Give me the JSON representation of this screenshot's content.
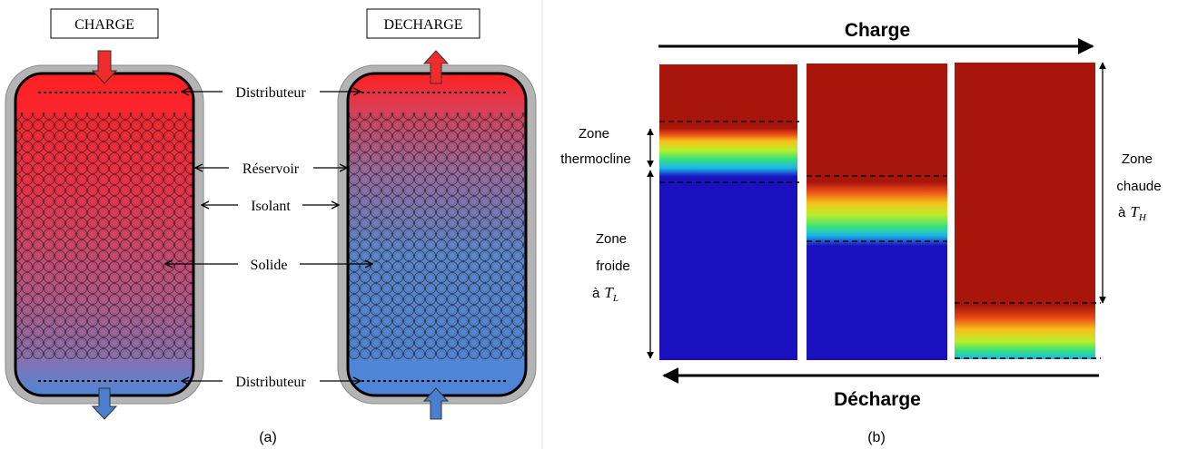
{
  "panel_a": {
    "box_left": "CHARGE",
    "box_right": "DECHARGE",
    "labels": {
      "distributeur_top": "Distributeur",
      "reservoir": "Réservoir",
      "isolant": "Isolant",
      "solide": "Solide",
      "distributeur_bottom": "Distributeur"
    },
    "caption": "(a)"
  },
  "panel_b": {
    "top_label": "Charge",
    "bottom_label": "Décharge",
    "zone_thermocline": [
      "Zone",
      "thermocline"
    ],
    "zone_froide": [
      "Zone",
      "froide",
      "à"
    ],
    "zone_froide_sym": "T",
    "zone_froide_sub": "L",
    "zone_chaude": [
      "Zone",
      "chaude",
      "à"
    ],
    "zone_chaude_sym": "T",
    "zone_chaude_sub": "H",
    "caption": "(b)"
  },
  "colors": {
    "hot": "#ff2a2a",
    "cold": "#4f86d6",
    "insulation": "#b3b3b3",
    "sim_hot": "#a8150a",
    "sim_cold": "#1a10bf"
  }
}
